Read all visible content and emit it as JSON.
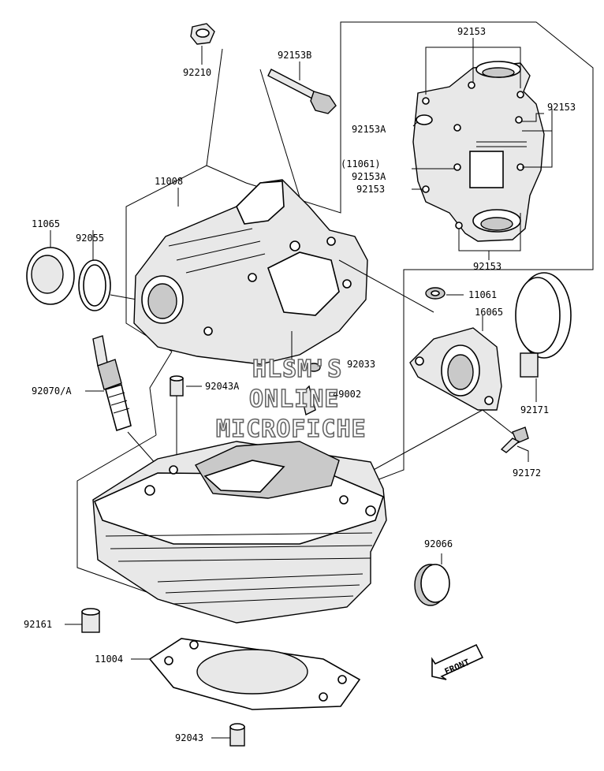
{
  "labels": {
    "p92210": "92210",
    "p92153B": "92153B",
    "p92153_top": "92153",
    "p92153_right": "92153",
    "p92153A_1": "92153A",
    "p11061_paren": "(11061)",
    "p92153A_2": "92153A",
    "p92153_left": "92153",
    "p92153_bottom": "92153",
    "p11008": "11008",
    "p11065": "11065",
    "p92055": "92055",
    "p11061": "11061",
    "p16065": "16065",
    "p92033": "92033",
    "p49002": "49002",
    "p92070A": "92070/A",
    "p92043A": "92043A",
    "p92171": "92171",
    "p92172": "92172",
    "p92066": "92066",
    "p92161": "92161",
    "p11004": "11004",
    "p92043": "92043"
  },
  "front_arrow": "FRONT",
  "watermark": [
    "HLSM'S",
    "ONLINE",
    "MICROFICHE"
  ]
}
